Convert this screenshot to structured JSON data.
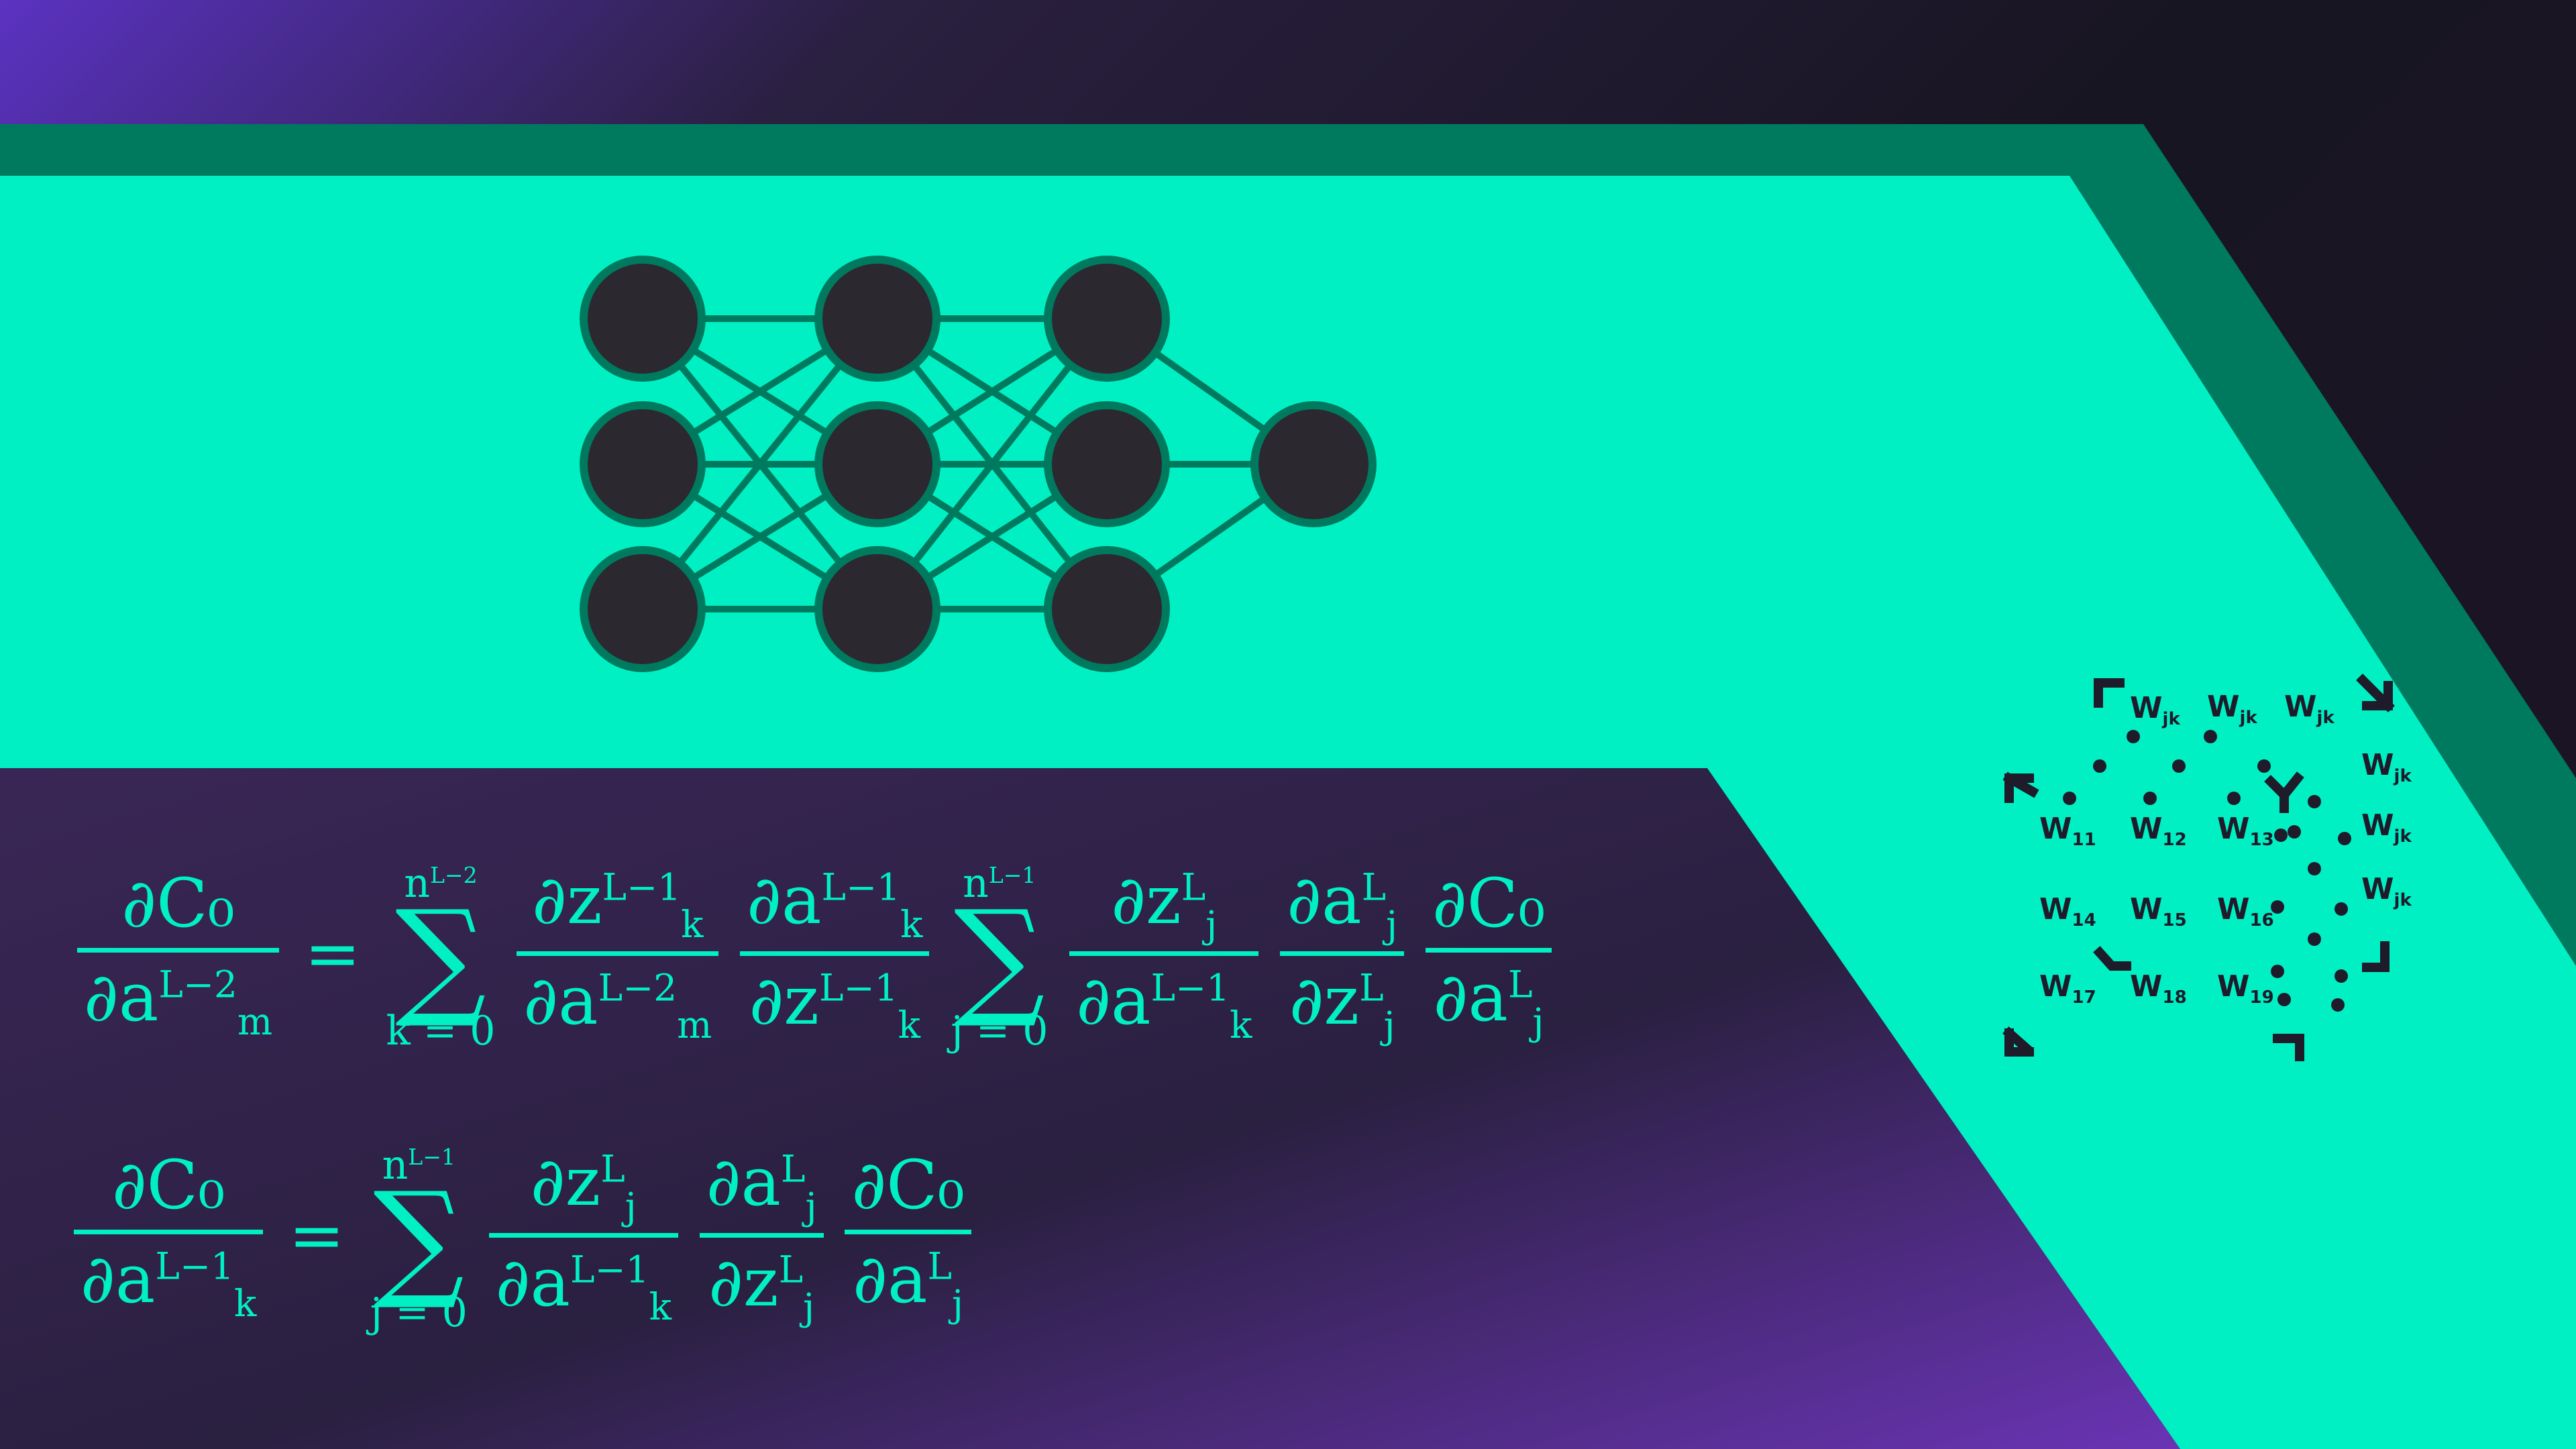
{
  "colors": {
    "accent": "#00f0c4",
    "accent_dark": "#007a5e",
    "node_fill": "#2b2830",
    "background_dark": "#1b1726",
    "background_purple": "#5b32c2",
    "ink": "#1e1b2a"
  },
  "network": {
    "layers": [
      3,
      3,
      3,
      1
    ]
  },
  "equation_1": {
    "lhs_num": "∂C₀",
    "lhs_den_base": "∂a",
    "lhs_den_sup": "L−2",
    "lhs_den_sub": "m",
    "sum1_upper_base": "n",
    "sum1_upper_sup": "L−2",
    "sum1_lower": "k = 0",
    "t1_num_base": "∂z",
    "t1_num_sup": "L−1",
    "t1_num_sub": "k",
    "t1_den_base": "∂a",
    "t1_den_sup": "L−2",
    "t1_den_sub": "m",
    "t2_num_base": "∂a",
    "t2_num_sup": "L−1",
    "t2_num_sub": "k",
    "t2_den_base": "∂z",
    "t2_den_sup": "L−1",
    "t2_den_sub": "k",
    "sum2_upper_base": "n",
    "sum2_upper_sup": "L−1",
    "sum2_lower": "j = 0",
    "t3_num_base": "∂z",
    "t3_num_sup": "L",
    "t3_num_sub": "j",
    "t3_den_base": "∂a",
    "t3_den_sup": "L−1",
    "t3_den_sub": "k",
    "t4_num_base": "∂a",
    "t4_num_sup": "L",
    "t4_num_sub": "j",
    "t4_den_base": "∂z",
    "t4_den_sup": "L",
    "t4_den_sub": "j",
    "t5_num": "∂C₀",
    "t5_den_base": "∂a",
    "t5_den_sup": "L",
    "t5_den_sub": "j"
  },
  "equation_2": {
    "lhs_num": "∂C₀",
    "lhs_den_base": "∂a",
    "lhs_den_sup": "L−1",
    "lhs_den_sub": "k",
    "sum_upper_base": "n",
    "sum_upper_sup": "L−1",
    "sum_lower": "j = 0",
    "t1_num_base": "∂z",
    "t1_num_sup": "L",
    "t1_num_sub": "j",
    "t1_den_base": "∂a",
    "t1_den_sup": "L−1",
    "t1_den_sub": "k",
    "t2_num_base": "∂a",
    "t2_num_sup": "L",
    "t2_num_sub": "j",
    "t2_den_base": "∂z",
    "t2_den_sup": "L",
    "t2_den_sub": "j",
    "t3_num": "∂C₀",
    "t3_den_base": "∂a",
    "t3_den_sup": "L",
    "t3_den_sub": "j"
  },
  "weights": {
    "base": "W",
    "labels": [
      "jk",
      "jk",
      "jk",
      "jk",
      "jk",
      "jk",
      "11",
      "12",
      "13",
      "14",
      "15",
      "16",
      "17",
      "18",
      "19"
    ]
  }
}
